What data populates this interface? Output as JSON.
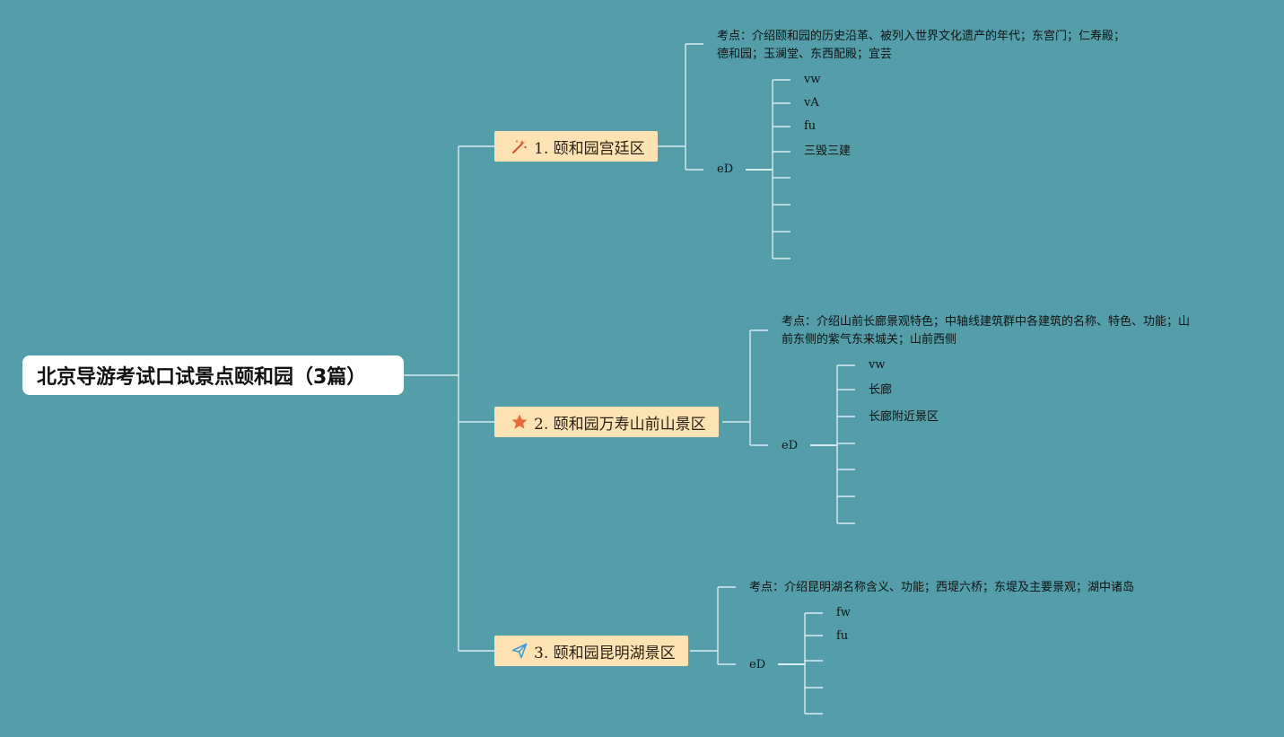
{
  "root": {
    "title": "北京导游考试口试景点颐和园（3篇）"
  },
  "branches": [
    {
      "label": "1. 颐和园宫廷区",
      "icon": "magic-wand-icon",
      "point_line1": "考点：介绍颐和园的历史沿革、被列入世界文化遗产的年代；东宫门；仁寿殿；",
      "point_line2": "德和园；玉澜堂、东西配殿；宜芸",
      "sub_label": "eD",
      "leaves": [
        "vw",
        "vA",
        "fu",
        "三毁三建"
      ]
    },
    {
      "label": "2. 颐和园万寿山前山景区",
      "icon": "star-icon",
      "point_line1": "考点：介绍山前长廊景观特色；中轴线建筑群中各建筑的名称、特色、功能；山",
      "point_line2": "前东侧的紫气东来城关；山前西侧",
      "sub_label": "eD",
      "leaves": [
        "vw",
        "长廊",
        "长廊附近景区"
      ]
    },
    {
      "label": "3. 颐和园昆明湖景区",
      "icon": "paper-plane-icon",
      "point_line1": "考点：介绍昆明湖名称含义、功能；西堤六桥；东堤及主要景观；湖中诸岛",
      "sub_label": "eD",
      "leaves": [
        "fw",
        "fu"
      ]
    }
  ],
  "colors": {
    "background": "#539ea9",
    "branch_fill": "#fde3b4",
    "line": "#d8ecef",
    "icon_wand": "#d9542b",
    "icon_star": "#e8693a",
    "icon_plane": "#3a9bd5"
  }
}
